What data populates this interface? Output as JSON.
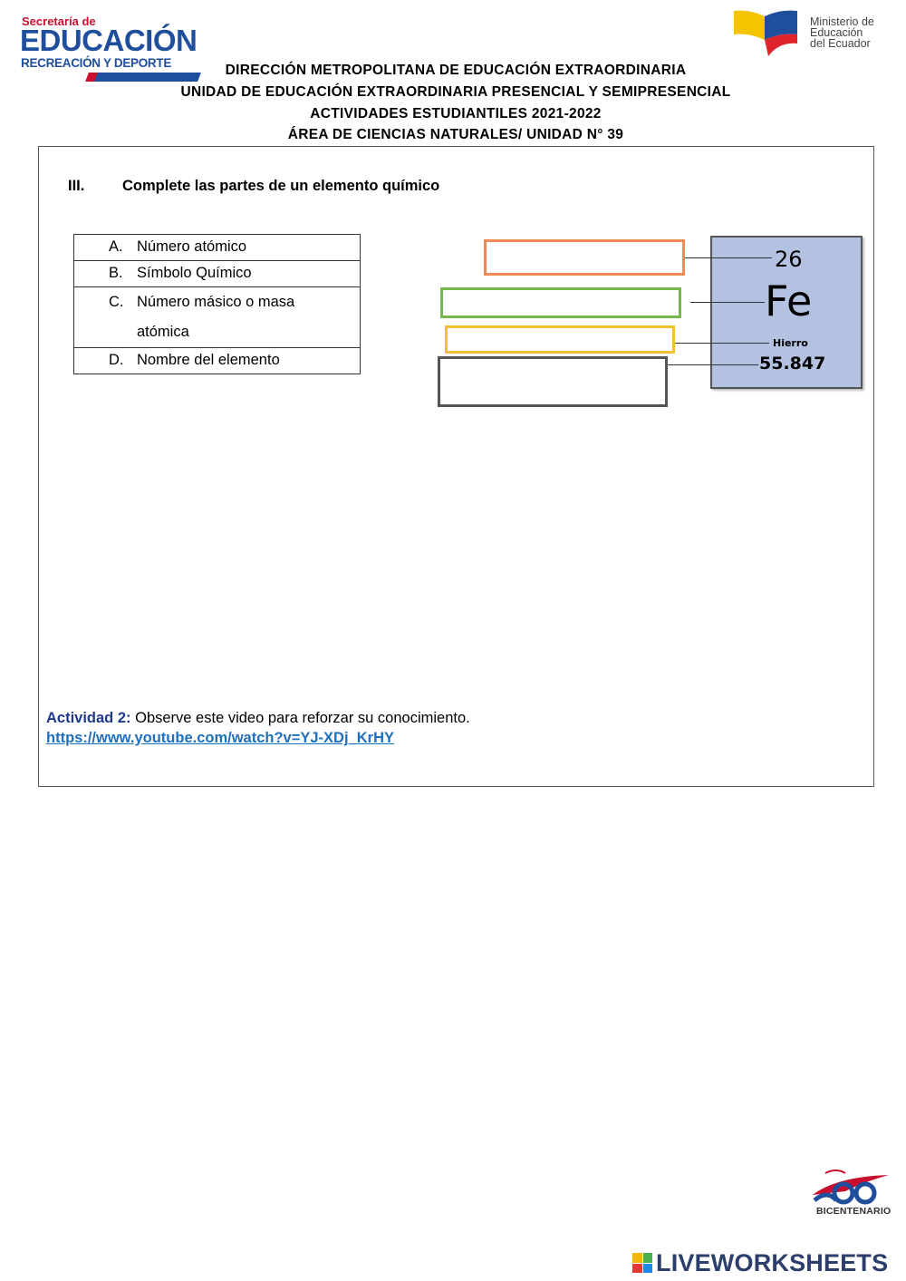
{
  "logos": {
    "secretaria": {
      "line1": "Secretaría de",
      "line2": "EDUCACIÓN",
      "line3": "RECREACIÓN Y DEPORTE"
    },
    "ministerio": {
      "line1": "Ministerio de",
      "line2": "Educación",
      "line3": "del Ecuador"
    },
    "bicentenario": "BICENTENARIO",
    "liveworksheets": "LIVEWORKSHEETS"
  },
  "header": {
    "line1": "DIRECCIÓN METROPOLITANA DE EDUCACIÓN EXTRAORDINARIA",
    "line2": "UNIDAD DE EDUCACIÓN EXTRAORDINARIA PRESENCIAL Y SEMIPRESENCIAL",
    "line3": "ACTIVIDADES ESTUDIANTILES 2021-2022",
    "line4": "ÁREA DE CIENCIAS NATURALES/ UNIDAD N° 39"
  },
  "section": {
    "number": "III.",
    "title": "Complete las partes de un elemento químico"
  },
  "options": [
    {
      "letter": "A.",
      "text": "Número atómico"
    },
    {
      "letter": "B.",
      "text": "Símbolo Químico"
    },
    {
      "letter": "C.",
      "text": "Número másico o masa atómica"
    },
    {
      "letter": "D.",
      "text": "Nombre del elemento"
    }
  ],
  "element": {
    "atomic_number": "26",
    "symbol": "Fe",
    "name": "Hierro",
    "mass": "55.847"
  },
  "answers": [
    "",
    "",
    "",
    ""
  ],
  "activity": {
    "label": "Actividad 2:",
    "text": " Observe este video para reforzar su conocimiento.",
    "link": "https://www.youtube.com/watch?v=YJ-XDj_KrHY"
  },
  "colors": {
    "box1": "#ef8a55",
    "box2": "#77b84e",
    "box3": "#f2c12f",
    "box4": "#555555",
    "tile": "#b4c2e2",
    "brand_blue": "#1f4e9d"
  }
}
